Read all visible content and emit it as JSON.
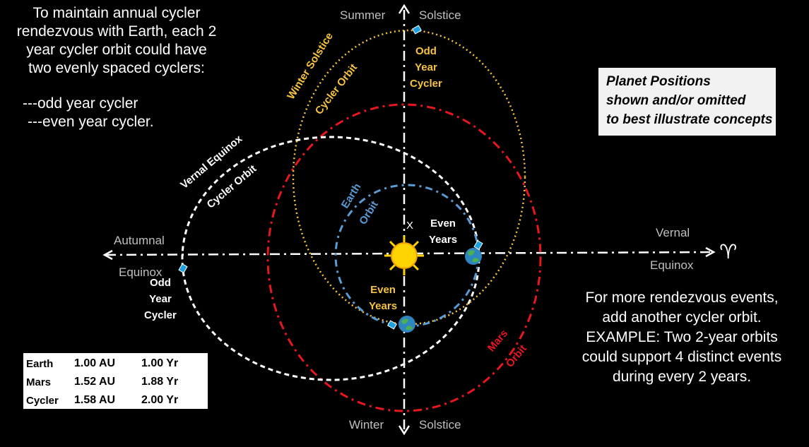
{
  "intro": {
    "lines": [
      "To maintain annual cycler",
      "rendezvous with Earth, each 2",
      "year cycler orbit could have",
      "two evenly spaced cyclers:"
    ],
    "bullets": [
      "---odd year cycler",
      "---even year cycler."
    ]
  },
  "note": [
    "Planet Positions",
    "shown and/or omitted",
    "to best illustrate concepts"
  ],
  "more_text": [
    "For more rendezvous events,",
    "add another cycler orbit.",
    "EXAMPLE: Two 2-year orbits",
    "could support 4 distinct events",
    "during every 2 years."
  ],
  "table": {
    "rows": [
      [
        "Earth",
        "1.00 AU",
        "1.00 Yr"
      ],
      [
        "Mars",
        "1.52 AU",
        "1.88 Yr"
      ],
      [
        "Cycler",
        "1.58 AU",
        "2.00 Yr"
      ]
    ]
  },
  "axes": {
    "summer": "Summer",
    "summer_solstice": "Solstice",
    "winter": "Winter",
    "winter_solstice": "Solstice",
    "autumnal": "Autumnal",
    "autumnal_equinox": "Equinox",
    "vernal": "Vernal",
    "vernal_equinox": "Equinox",
    "aries_symbol": "♈",
    "sun_marker": "X"
  },
  "orbit_labels": {
    "winter_solstice_1": "Winter Solstice",
    "winter_solstice_2": "Cycler Orbit",
    "vernal_equinox_1": "Vernal Equinox",
    "vernal_equinox_2": "Cycler Orbit",
    "earth_1": "Earth",
    "earth_2": "Orbit",
    "mars_1": "Mars",
    "mars_2": "Orbit"
  },
  "cycler_labels": {
    "odd_top": [
      "Odd",
      "Year",
      "Cycler"
    ],
    "odd_left": [
      "Odd",
      "Year",
      "Cycler"
    ],
    "even_right": [
      "Even",
      "Years"
    ],
    "even_bottom": [
      "Even",
      "Years"
    ]
  },
  "colors": {
    "mars_orbit": "#e8171f",
    "earth_orbit": "#5b9bd5",
    "ws_cycler_orbit": "#f6c342",
    "ve_cycler_orbit": "#ffffff",
    "sun": "#ffd400",
    "cycler_sat": "#1ba1e2"
  }
}
